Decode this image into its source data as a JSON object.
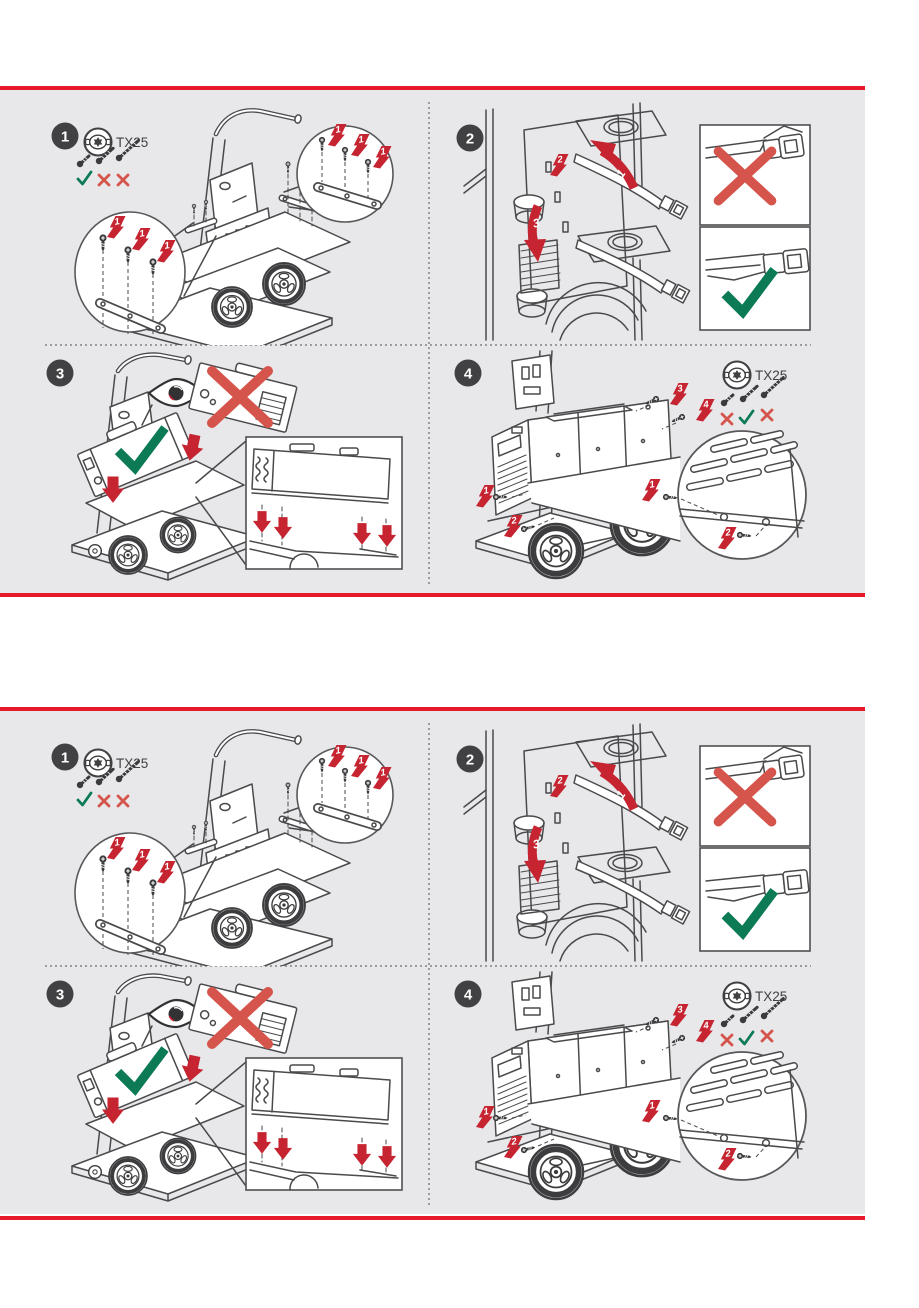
{
  "page": {
    "background": "#ffffff",
    "panel_background": "#e8e8ea",
    "rule_color": "#e8182b",
    "line_color": "#4a4a4c",
    "badge_color": "#414042",
    "flag_color": "#c62431",
    "check_color": "#0b7a55",
    "cross_color": "#d5544b"
  },
  "panel": {
    "steps": [
      {
        "number": "1",
        "tool_label": "TX25",
        "screw_choice": [
          "correct",
          "wrong",
          "wrong"
        ],
        "callout_flags": [
          "1",
          "1",
          "1",
          "1",
          "1",
          "1"
        ]
      },
      {
        "number": "2",
        "arrow_labels": [
          "1",
          "2",
          "3"
        ],
        "examples": [
          "wrong",
          "correct"
        ]
      },
      {
        "number": "3",
        "placement": [
          "correct",
          "wrong"
        ]
      },
      {
        "number": "4",
        "tool_label": "TX25",
        "screw_choice": [
          "wrong",
          "correct",
          "wrong"
        ],
        "flag_labels": [
          "1",
          "2",
          "3",
          "4"
        ],
        "zoom_flags": [
          "1",
          "2"
        ]
      }
    ]
  }
}
